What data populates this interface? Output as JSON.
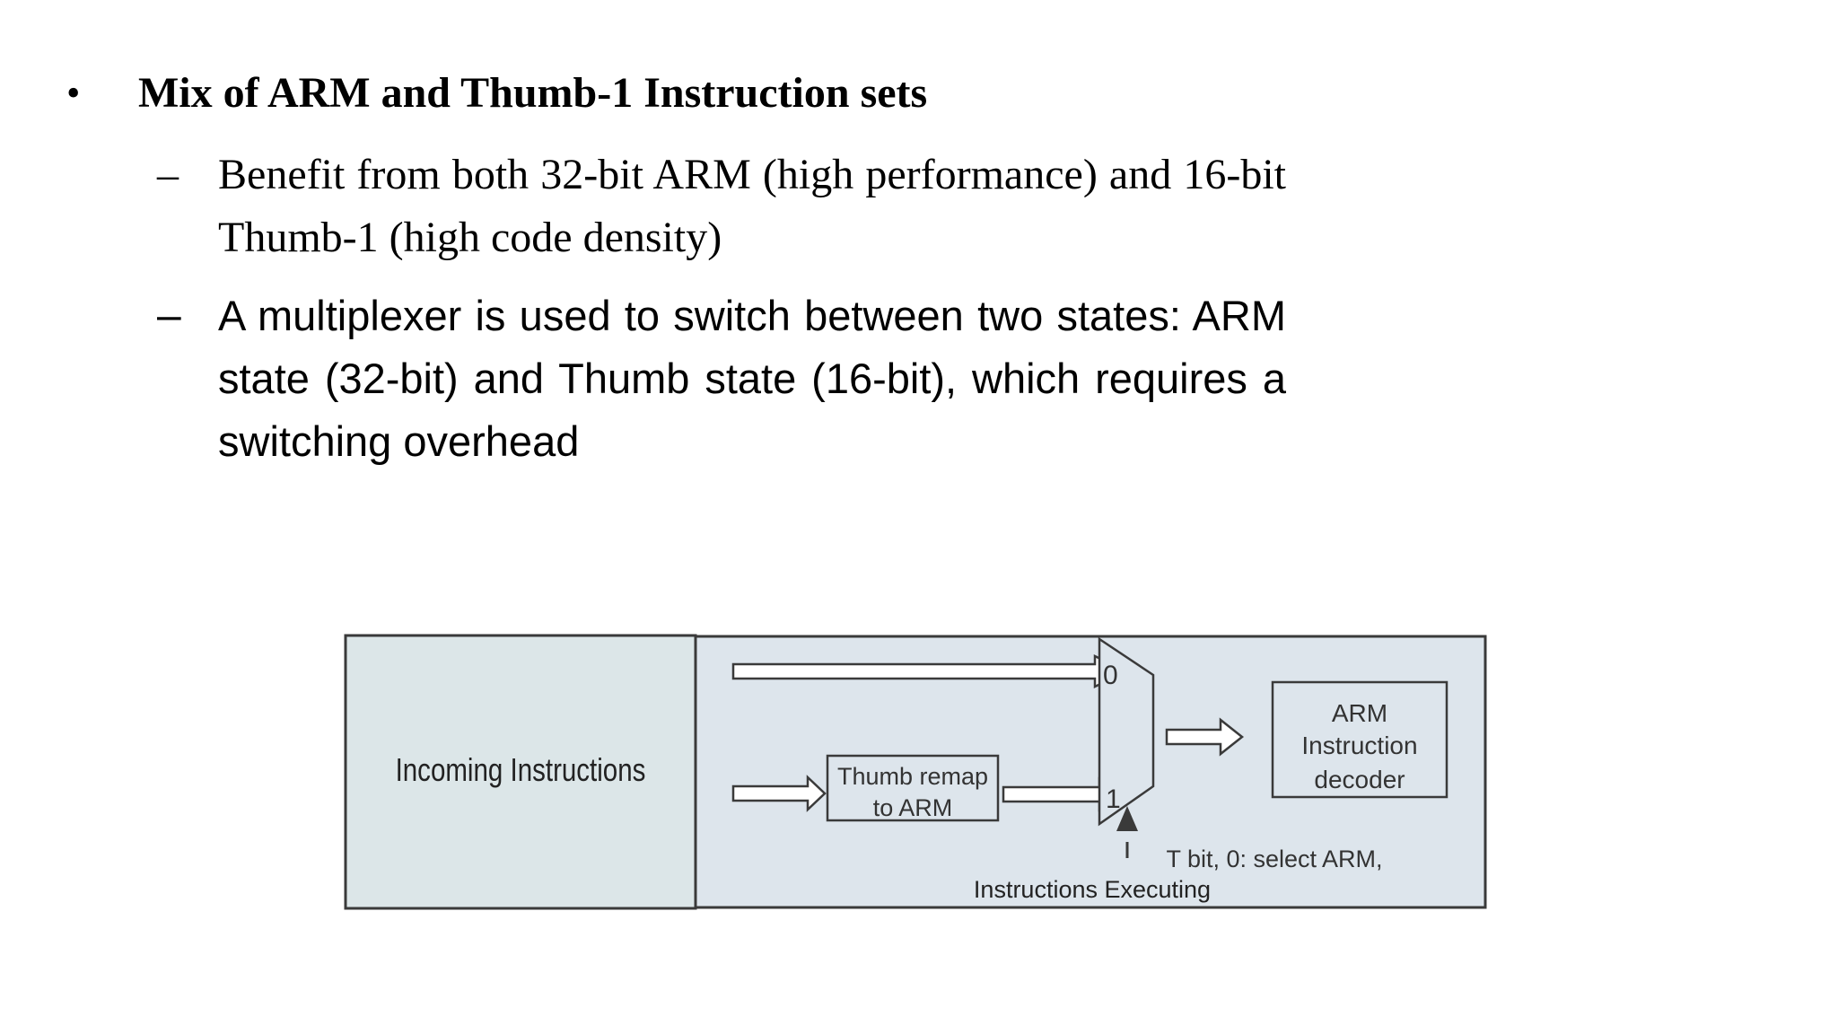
{
  "bullets": [
    {
      "marker": "•",
      "text": "Mix of ARM and Thumb-1 Instruction sets",
      "subitems": [
        {
          "marker": "–",
          "text": "Benefit from both 32-bit ARM (high performance) and 16-bit Thumb-1 (high code density)"
        },
        {
          "marker": "–",
          "text": "A multiplexer is used to switch between two states: ARM state (32-bit) and Thumb state (16-bit), which requires a switching overhead"
        }
      ]
    }
  ],
  "diagram": {
    "incoming_label": "Incoming Instructions",
    "remap_line1": "Thumb remap",
    "remap_line2": "to ARM",
    "mux_input0": "0",
    "mux_input1": "1",
    "decoder_line1": "ARM",
    "decoder_line2": "Instruction",
    "decoder_line3": "decoder",
    "select_label": "T bit, 0: select ARM,",
    "executing_label": "Instructions Executing",
    "colors": {
      "left_panel": "#dce6e8",
      "right_panel": "#dde5ec",
      "border": "#3a3a3a"
    }
  }
}
